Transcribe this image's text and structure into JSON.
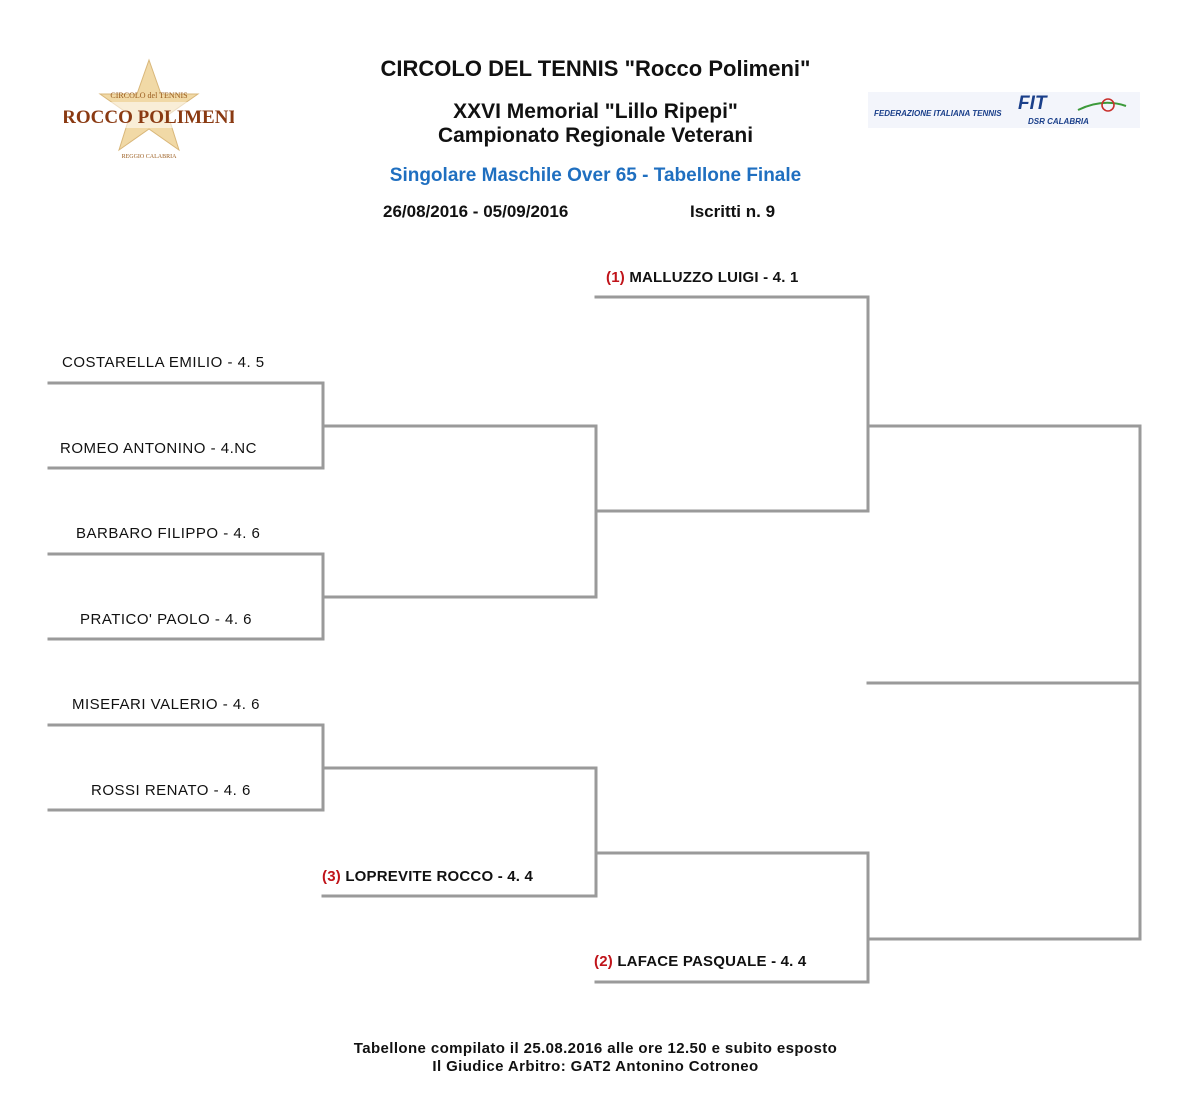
{
  "header": {
    "title": "CIRCOLO DEL TENNIS \"Rocco Polimeni\"",
    "memorial_line1": "XXVI Memorial \"Lillo Ripepi\"",
    "memorial_line2": "Campionato Regionale Veterani",
    "subtitle": "Singolare Maschile Over 65 - Tabellone Finale",
    "dates": "26/08/2016 - 05/09/2016",
    "entries": "Iscritti n. 9"
  },
  "logos": {
    "left": {
      "top_text": "CIRCOLO del TENNIS",
      "main_text": "ROCCO POLIMENI",
      "bottom_text": "REGGIO CALABRIA",
      "color": "#b8732a"
    },
    "right": {
      "brand": "FIT",
      "line1": "FEDERAZIONE ITALIANA TENNIS",
      "line2": "DSR CALABRIA",
      "color": "#1a3f8a"
    }
  },
  "bracket": {
    "players": [
      {
        "seed": "(1)",
        "name": "MALLUZZO LUIGI - 4. 1"
      },
      {
        "seed": "",
        "name": "COSTARELLA EMILIO - 4. 5"
      },
      {
        "seed": "",
        "name": "ROMEO ANTONINO - 4.NC"
      },
      {
        "seed": "",
        "name": "BARBARO FILIPPO - 4. 6"
      },
      {
        "seed": "",
        "name": "PRATICO' PAOLO - 4. 6"
      },
      {
        "seed": "",
        "name": "MISEFARI VALERIO - 4. 6"
      },
      {
        "seed": "",
        "name": "ROSSI RENATO - 4. 6"
      },
      {
        "seed": "(3)",
        "name": "LOPREVITE ROCCO - 4. 4"
      },
      {
        "seed": "(2)",
        "name": "LAFACE PASQUALE - 4. 4"
      }
    ],
    "line_color": "#9a9a9a",
    "seed_color": "#c0141a"
  },
  "footer": {
    "line1": "Tabellone compilato il 25.08.2016 alle ore 12.50 e subito esposto",
    "line2": "Il Giudice Arbitro: GAT2 Antonino Cotroneo"
  }
}
